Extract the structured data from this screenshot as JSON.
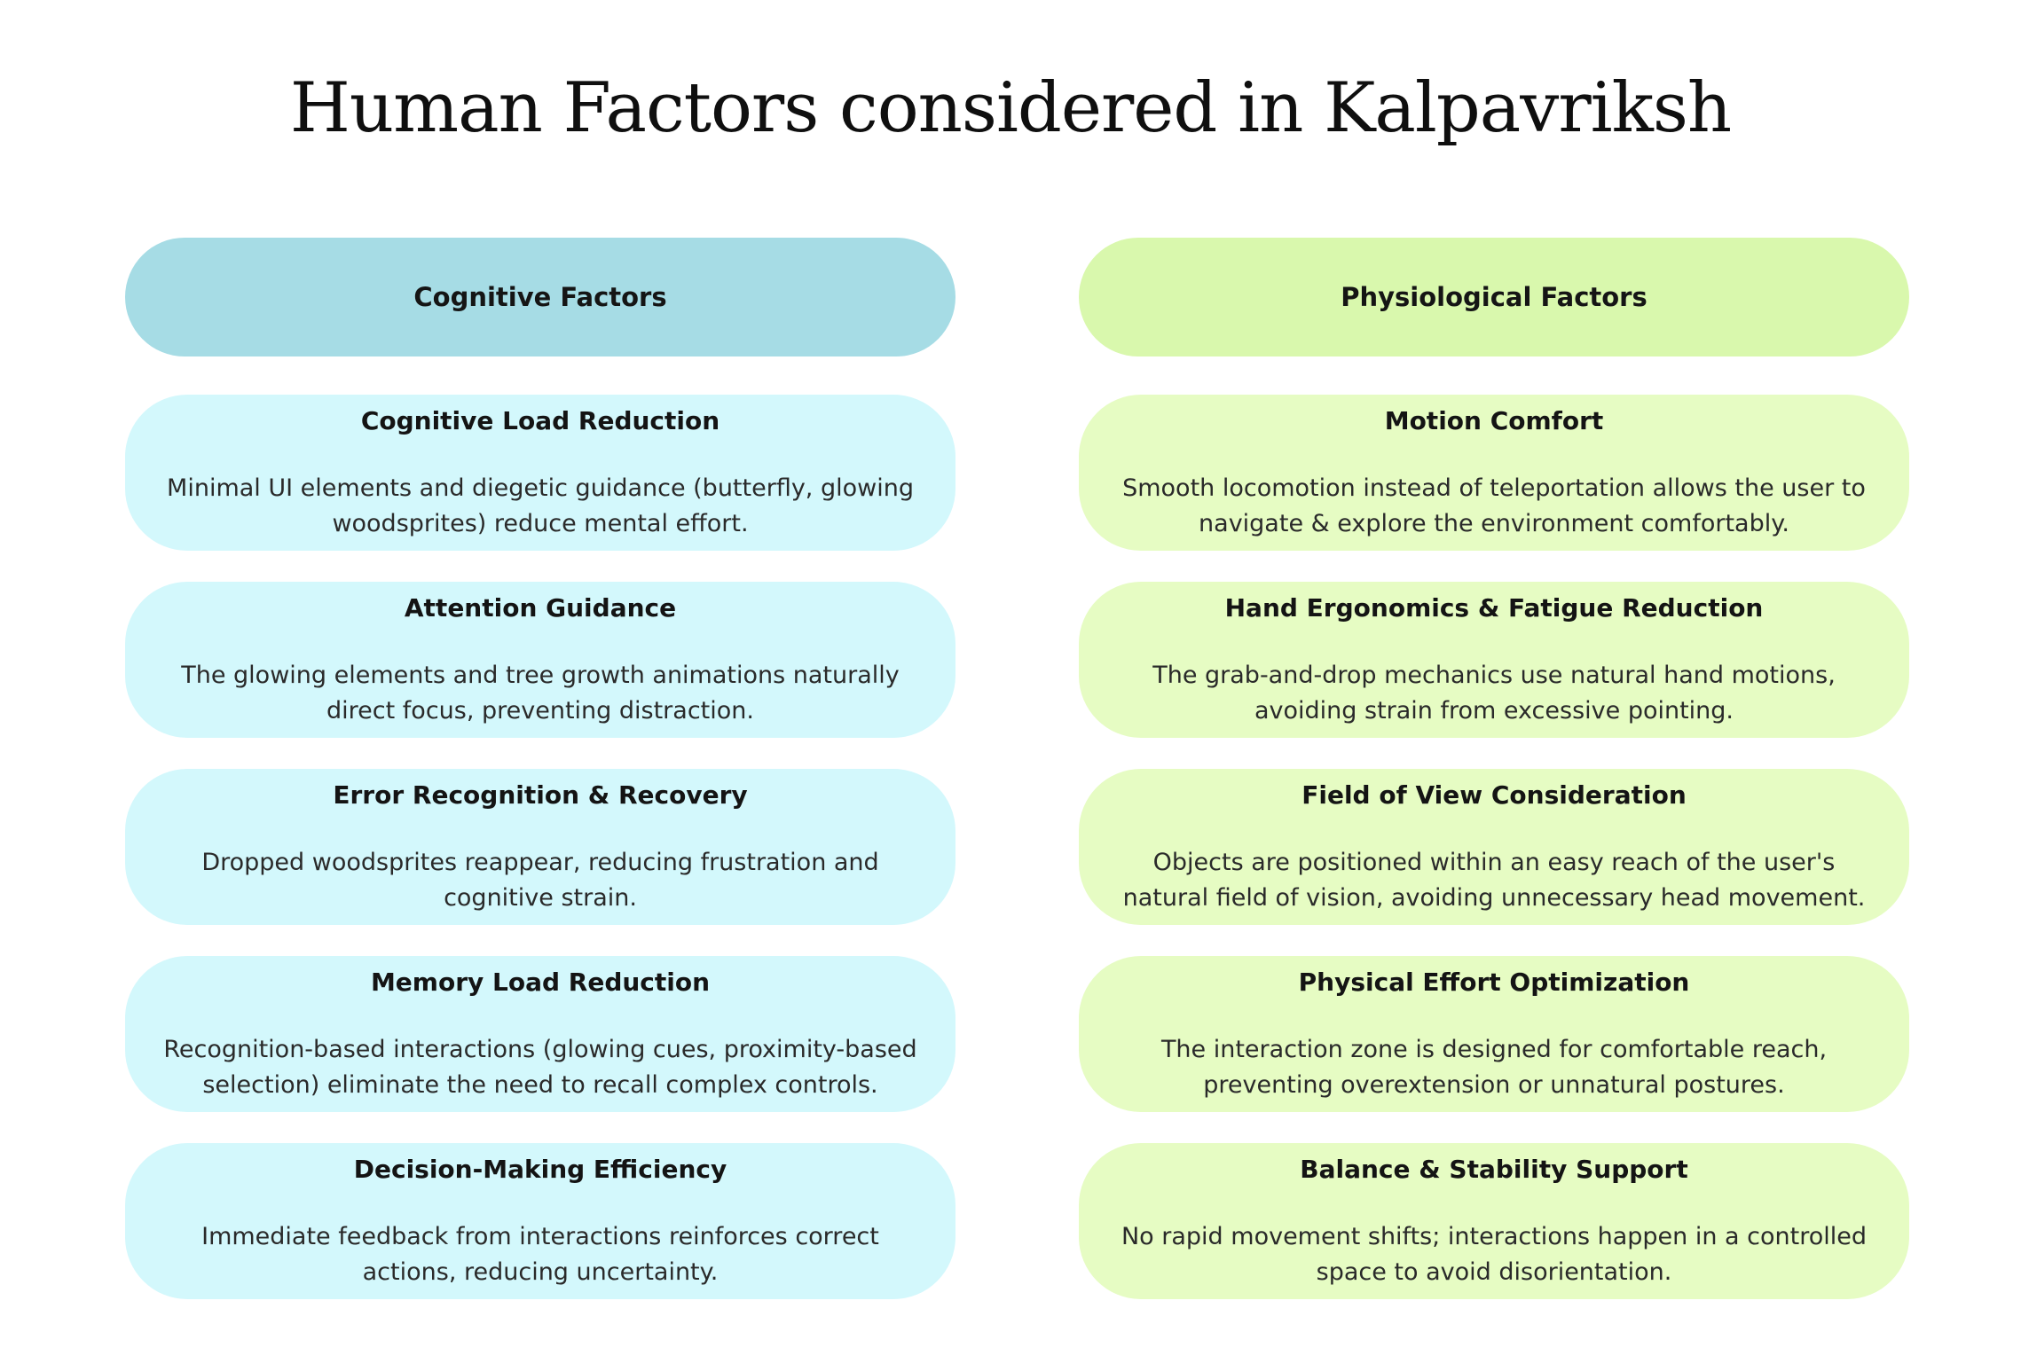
{
  "title": "Human Factors considered in Kalpavriksh",
  "columns": [
    {
      "header": "Cognitive Factors",
      "items": [
        {
          "title": "Cognitive Load Reduction",
          "description": "Minimal UI elements and diegetic guidance (butterfly, glowing woodsprites) reduce mental effort."
        },
        {
          "title": "Attention Guidance",
          "description": "The glowing elements and tree growth animations naturally direct focus, preventing distraction."
        },
        {
          "title": "Error Recognition & Recovery",
          "description": "Dropped woodsprites reappear, reducing frustration and cognitive strain."
        },
        {
          "title": "Memory Load Reduction",
          "description": "Recognition-based interactions (glowing cues, proximity-based selection) eliminate the need to recall complex controls."
        },
        {
          "title": "Decision-Making Efficiency",
          "description": "Immediate feedback from interactions reinforces correct actions, reducing uncertainty."
        }
      ]
    },
    {
      "header": "Physiological Factors",
      "items": [
        {
          "title": "Motion Comfort",
          "description": "Smooth locomotion instead of teleportation allows the user to navigate & explore the environment comfortably."
        },
        {
          "title": "Hand Ergonomics & Fatigue Reduction",
          "description": "The grab-and-drop mechanics use natural hand motions, avoiding strain from excessive pointing."
        },
        {
          "title": "Field of View Consideration",
          "description": "Objects are positioned within an easy reach of the user's natural field of vision, avoiding unnecessary head movement."
        },
        {
          "title": "Physical Effort Optimization",
          "description": "The interaction zone is designed for comfortable reach, preventing overextension or unnatural postures."
        },
        {
          "title": "Balance & Stability Support",
          "description": "No rapid movement shifts; interactions happen in a controlled space to avoid disorientation."
        }
      ]
    }
  ]
}
